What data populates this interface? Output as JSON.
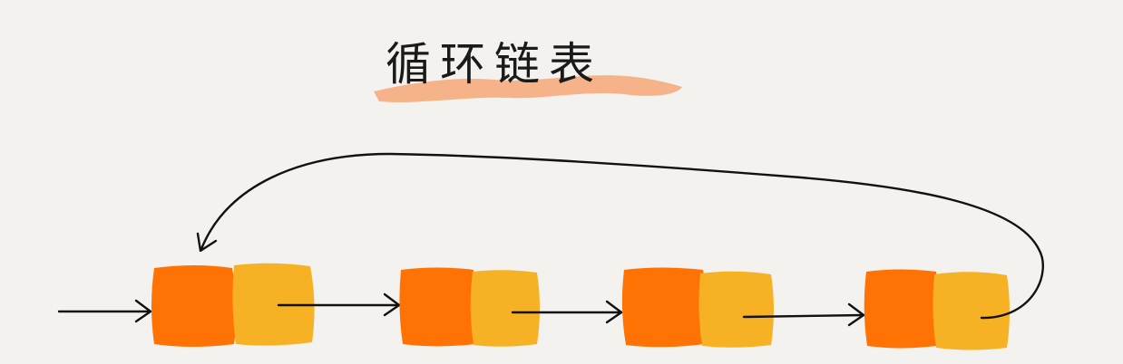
{
  "title": "循环链表",
  "colors": {
    "background": "#f4f2ee",
    "data_block": "#ff7203",
    "next_block": "#f6b124",
    "highlight": "#f6a878",
    "stroke": "#111111",
    "text": "#1a1a1a"
  },
  "diagram": {
    "type": "circular-linked-list",
    "node_count": 4,
    "nodes": [
      {
        "id": "node-1",
        "parts": [
          "data",
          "next"
        ]
      },
      {
        "id": "node-2",
        "parts": [
          "data",
          "next"
        ]
      },
      {
        "id": "node-3",
        "parts": [
          "data",
          "next"
        ]
      },
      {
        "id": "node-4",
        "parts": [
          "data",
          "next"
        ]
      }
    ],
    "edges": [
      {
        "from": "entry",
        "to": "node-1"
      },
      {
        "from": "node-1",
        "to": "node-2"
      },
      {
        "from": "node-2",
        "to": "node-3"
      },
      {
        "from": "node-3",
        "to": "node-4"
      },
      {
        "from": "node-4",
        "to": "node-1"
      }
    ]
  }
}
